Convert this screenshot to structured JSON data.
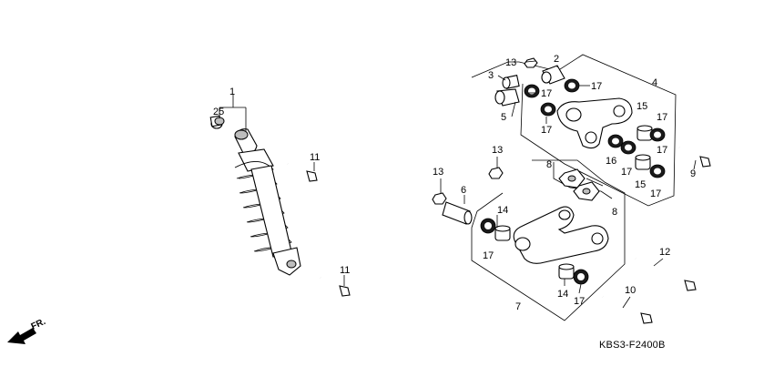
{
  "diagram_code": "KBS3-F2400B",
  "direction_label": "FR.",
  "callouts": [
    {
      "id": "c1",
      "text": "1"
    },
    {
      "id": "c25",
      "text": "25"
    },
    {
      "id": "c11a",
      "text": "11"
    },
    {
      "id": "c11b",
      "text": "11"
    },
    {
      "id": "c13a",
      "text": "13"
    },
    {
      "id": "c2",
      "text": "2"
    },
    {
      "id": "c3",
      "text": "3"
    },
    {
      "id": "c17a",
      "text": "17"
    },
    {
      "id": "c17b",
      "text": "17"
    },
    {
      "id": "c5",
      "text": "5"
    },
    {
      "id": "c17c",
      "text": "17"
    },
    {
      "id": "c4",
      "text": "4"
    },
    {
      "id": "c15a",
      "text": "15"
    },
    {
      "id": "c17d",
      "text": "17"
    },
    {
      "id": "c16",
      "text": "16"
    },
    {
      "id": "c17e",
      "text": "17"
    },
    {
      "id": "c17f",
      "text": "17"
    },
    {
      "id": "c15b",
      "text": "15"
    },
    {
      "id": "c17g",
      "text": "17"
    },
    {
      "id": "c9",
      "text": "9"
    },
    {
      "id": "c13b",
      "text": "13"
    },
    {
      "id": "c8a",
      "text": "8"
    },
    {
      "id": "c13c",
      "text": "13"
    },
    {
      "id": "c6",
      "text": "6"
    },
    {
      "id": "c8b",
      "text": "8"
    },
    {
      "id": "c14a",
      "text": "14"
    },
    {
      "id": "c17h",
      "text": "17"
    },
    {
      "id": "c12",
      "text": "12"
    },
    {
      "id": "c10",
      "text": "10"
    },
    {
      "id": "c14b",
      "text": "14"
    },
    {
      "id": "c17i",
      "text": "17"
    },
    {
      "id": "c7",
      "text": "7"
    }
  ]
}
